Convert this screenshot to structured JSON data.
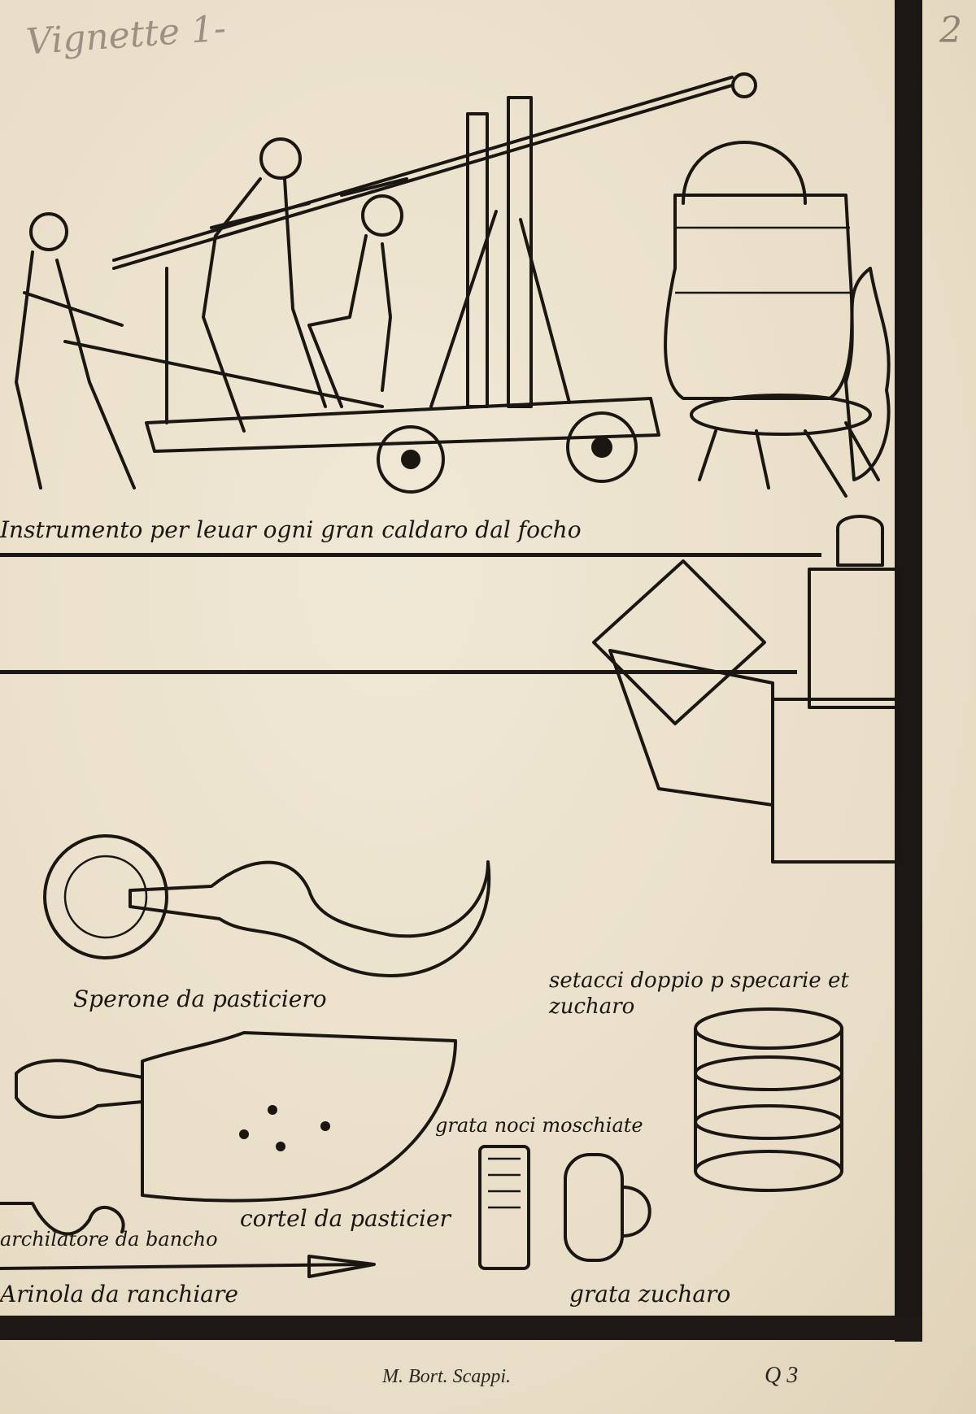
{
  "handnote": "Vignette 1-",
  "page_number_mark": "2",
  "captions": {
    "cauldron_lift": "Instrumento per leuar ogni gran caldaro dal focho",
    "pastry_spur": "Sperone da pasticiero",
    "sieves": "setacci doppio p specarie et zucharo",
    "nutmeg_grater": "grata noci moschiate",
    "pastry_knife": "cortel da pasticier",
    "bench_cutter": "archilatore da bancho",
    "larding_needle": "Arinola da ranchiare",
    "sugar_grater": "grata zucharo"
  },
  "footer": {
    "author": "M. Bort. Scappi.",
    "signature": "Q 3"
  }
}
